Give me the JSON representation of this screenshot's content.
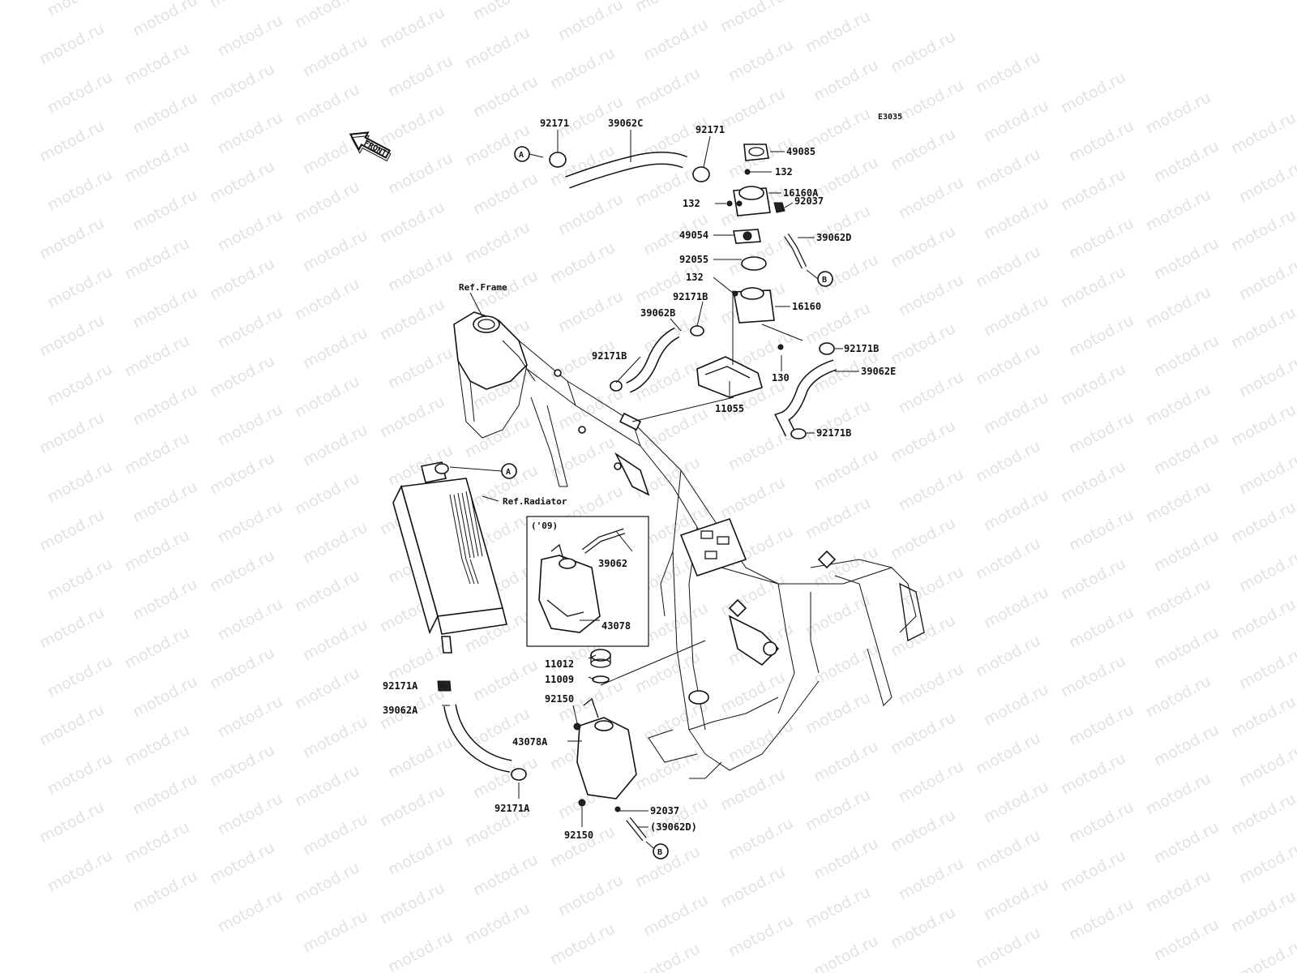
{
  "diagram_code": "E3035",
  "front_label": "FRONT",
  "refs": {
    "frame": "Ref.Frame",
    "radiator": "Ref.Radiator",
    "year_box": "('09)"
  },
  "connectors": {
    "a": "A",
    "b": "B"
  },
  "watermark": "motod.ru",
  "parts": {
    "p92171_top": "92171",
    "p39062c": "39062C",
    "p92171_mid": "92171",
    "p49085": "49085",
    "p132_a": "132",
    "p16160a": "16160A",
    "p132_b": "132",
    "p92037_top": "92037",
    "p49054": "49054",
    "p39062d": "39062D",
    "p92055": "92055",
    "p132_c": "132",
    "p92171b_1": "92171B",
    "p16160": "16160",
    "p39062b": "39062B",
    "p92171b_2": "92171B",
    "p92171b_3": "92171B",
    "p130": "130",
    "p39062e": "39062E",
    "p11055": "11055",
    "p92171b_4": "92171B",
    "p39062": "39062",
    "p43078": "43078",
    "p11012": "11012",
    "p11009": "11009",
    "p92150_a": "92150",
    "p92171a_1": "92171A",
    "p39062a": "39062A",
    "p43078a": "43078A",
    "p92171a_2": "92171A",
    "p92037_bot": "92037",
    "p39062d_ref": "(39062D)",
    "p92150_b": "92150"
  }
}
